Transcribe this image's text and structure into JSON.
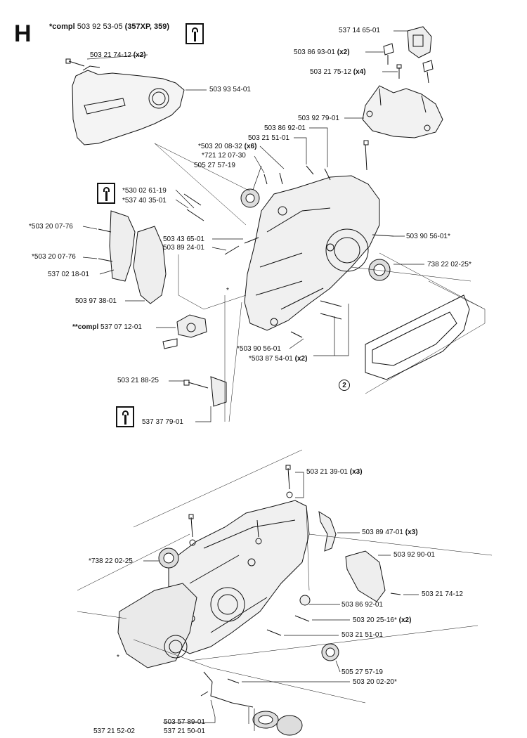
{
  "header": {
    "section_letter": "H",
    "title_prefix": "*compl",
    "title_part": "503 92 53-05",
    "title_models": "(357XP, 359)"
  },
  "labels": {
    "l01": {
      "part": "537 14 65-01",
      "qty": ""
    },
    "l02": {
      "part": "503 86 93-01",
      "qty": "(x2)"
    },
    "l03": {
      "part": "503 21 75-12",
      "qty": "(x4)"
    },
    "l04": {
      "part": "503 21 74-12",
      "qty": "(x2)"
    },
    "l05": {
      "part": "503 93 54-01",
      "qty": ""
    },
    "l06": {
      "part": "503 92 79-01",
      "qty": ""
    },
    "l07": {
      "part": "503 86 92-01",
      "qty": ""
    },
    "l08": {
      "part": "503 21 51-01",
      "qty": ""
    },
    "l09": {
      "part": "*503 20 08-32",
      "qty": "(x6)"
    },
    "l10": {
      "part": "*721 12 07-30",
      "qty": ""
    },
    "l11": {
      "part": "505 27 57-19",
      "qty": ""
    },
    "l12": {
      "part": "*530 02 61-19",
      "qty": ""
    },
    "l13": {
      "part": "*537 40 35-01",
      "qty": ""
    },
    "l14": {
      "part": "*503 20 07-76",
      "qty": ""
    },
    "l15": {
      "part": "503 43 65-01",
      "qty": ""
    },
    "l16": {
      "part": "503 89 24-01",
      "qty": ""
    },
    "l17": {
      "part": "503 90 56-01*",
      "qty": ""
    },
    "l18": {
      "part": "*503 20 07-76",
      "qty": ""
    },
    "l19": {
      "part": "537 02 18-01",
      "qty": ""
    },
    "l20": {
      "part": "738 22 02-25*",
      "qty": ""
    },
    "l21": {
      "part": "503 97 38-01",
      "qty": ""
    },
    "l22": {
      "prefix": "**compl",
      "part": "537 07 12-01",
      "qty": ""
    },
    "l23": {
      "part": "*503 90 56-01",
      "qty": ""
    },
    "l24": {
      "part": "*503 87 54-01",
      "qty": "(x2)"
    },
    "l25": {
      "part": "503 21 88-25",
      "qty": ""
    },
    "l26": {
      "part": "537 37 79-01",
      "qty": ""
    },
    "l27": {
      "part": "503 21 39-01",
      "qty": "(x3)"
    },
    "l28": {
      "part": "503 89 47-01",
      "qty": "(x3)"
    },
    "l29": {
      "part": "*738 22 02-25",
      "qty": ""
    },
    "l30": {
      "part": "503 92 90-01",
      "qty": ""
    },
    "l31": {
      "part": "503 21 74-12",
      "qty": ""
    },
    "l32": {
      "part": "503 86 92-01",
      "qty": ""
    },
    "l33": {
      "part": "503 20 25-16*",
      "qty": "(x2)"
    },
    "l34": {
      "part": "503 21 51-01",
      "qty": ""
    },
    "l35": {
      "part": "505 27 57-19",
      "qty": ""
    },
    "l36": {
      "part": "503 20 02-20*",
      "qty": ""
    },
    "l37": {
      "part": "503 57 89-01",
      "qty": ""
    },
    "l38": {
      "part": "537 21 52-02",
      "qty": ""
    },
    "l39": {
      "part": "537 21 50-01",
      "qty": ""
    }
  },
  "markers": {
    "ref_number": "2",
    "asterisk_1": "*",
    "asterisk_2": "*"
  }
}
